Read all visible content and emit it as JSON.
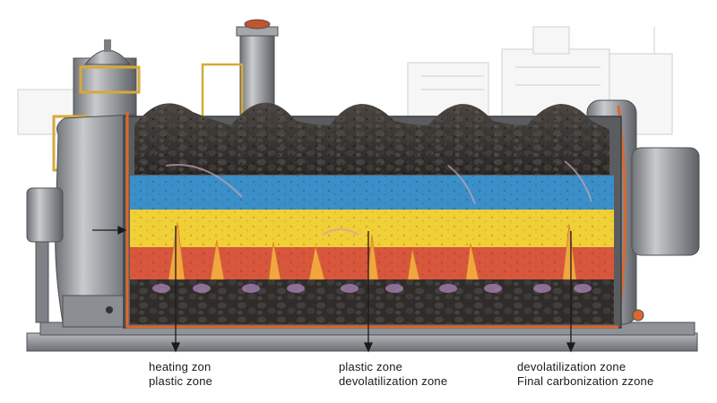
{
  "labels": {
    "left": {
      "line1": "heating zon",
      "line2": "plastic zone"
    },
    "middle": {
      "line1": "plastic zone",
      "line2": "devolatilization zone"
    },
    "right": {
      "line1": "devolatilization zone",
      "line2": "Final carbonization zzone"
    }
  },
  "colors": {
    "heating_zone": "#3a8fc8",
    "plastic_zone": "#f1cf37",
    "devolatilization_zone": "#d8563c",
    "coal": "#3a3734",
    "steel": "#9a9da0",
    "flame": "#f2a640",
    "refractory_lining": "#d9692f"
  }
}
